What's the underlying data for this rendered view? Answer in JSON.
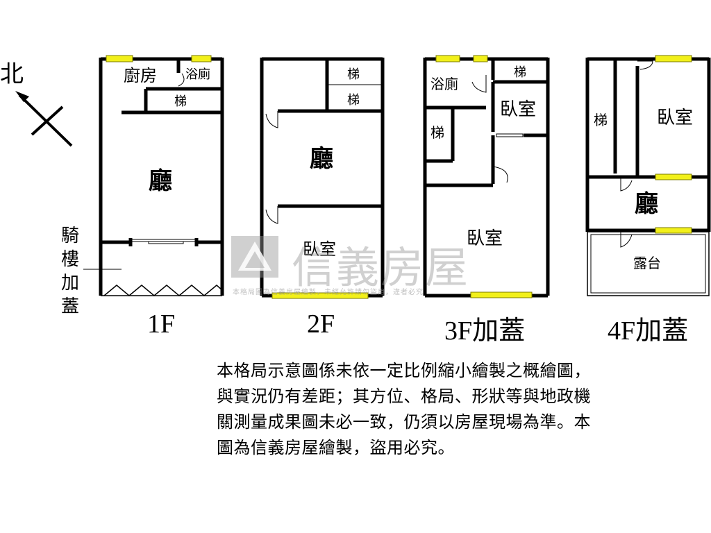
{
  "compass": {
    "north": "北"
  },
  "floor_1": {
    "name": "1F",
    "kitchen": "廚房",
    "bathroom": "浴廁",
    "stairs": "梯",
    "living": "廳",
    "arcade": [
      "騎",
      "樓",
      "加",
      "蓋"
    ]
  },
  "floor_2": {
    "name": "2F",
    "stairs_top": "梯",
    "stairs_bottom": "梯",
    "living": "廳",
    "bedroom": "臥室"
  },
  "floor_3": {
    "name": "3F加蓋",
    "bathroom": "浴廁",
    "stairs_top": "梯",
    "bedroom_small": "臥室",
    "stairs_left": "梯",
    "bedroom_large": "臥室"
  },
  "floor_4": {
    "name": "4F加蓋",
    "stairs": "梯",
    "bedroom": "臥室",
    "living": "廳",
    "balcony": "露台"
  },
  "watermark": {
    "brand": "信義房屋",
    "subtitle": "本格局圖為信義房屋繪製，未經允許請勿盜用，違者必究"
  },
  "disclaimer": "本格局示意圖係未依一定比例縮小繪製之概繪圖，與實況仍有差距；其方位、格局、形狀等與地政機關測量成果圖未必一致，仍須以房屋現場為準。本圖為信義房屋繪製，盜用必究。",
  "colors": {
    "window": "#f2f01a",
    "wall": "#000000",
    "watermark": "#9a9a9a"
  }
}
